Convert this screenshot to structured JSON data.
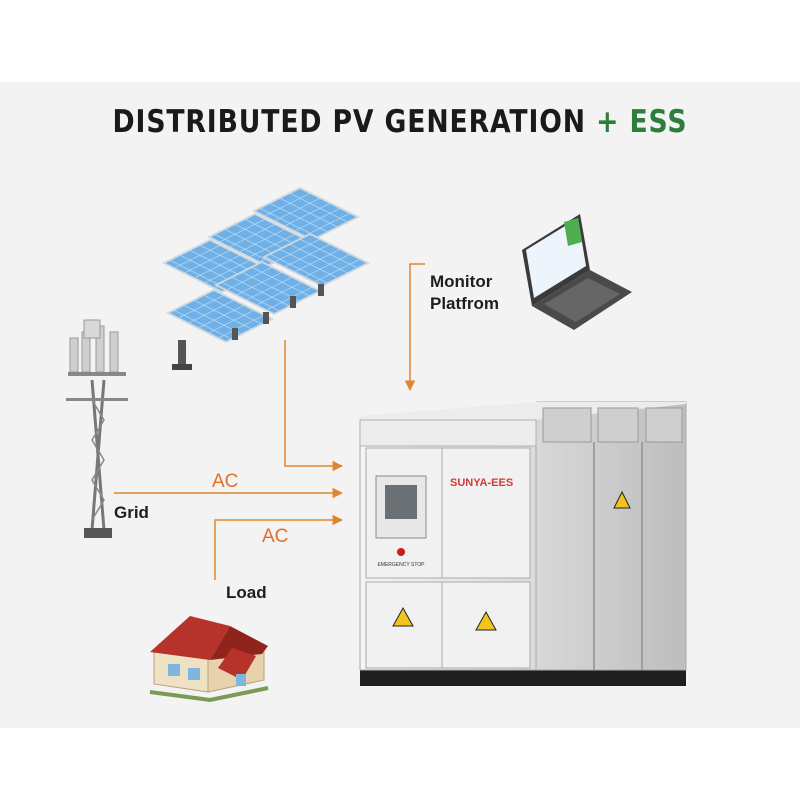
{
  "title": {
    "main": "DISTRIBUTED  PV  GENERATION",
    "plus": "+",
    "accent": "ESS"
  },
  "labels": {
    "monitor_line1": "Monitor",
    "monitor_line2": "Platfrom",
    "grid": "Grid",
    "load": "Load",
    "ac_grid": "AC",
    "ac_load": "AC"
  },
  "cabinet": {
    "brand": "SUNYA-EES",
    "emergency": "EMERGENCY STOP"
  },
  "colors": {
    "arrow": "#e0862f",
    "accent_green": "#2e7d3a",
    "panel_blue": "#6fb1e6",
    "roof_red": "#b5332a",
    "brand_red": "#d23a3a"
  }
}
